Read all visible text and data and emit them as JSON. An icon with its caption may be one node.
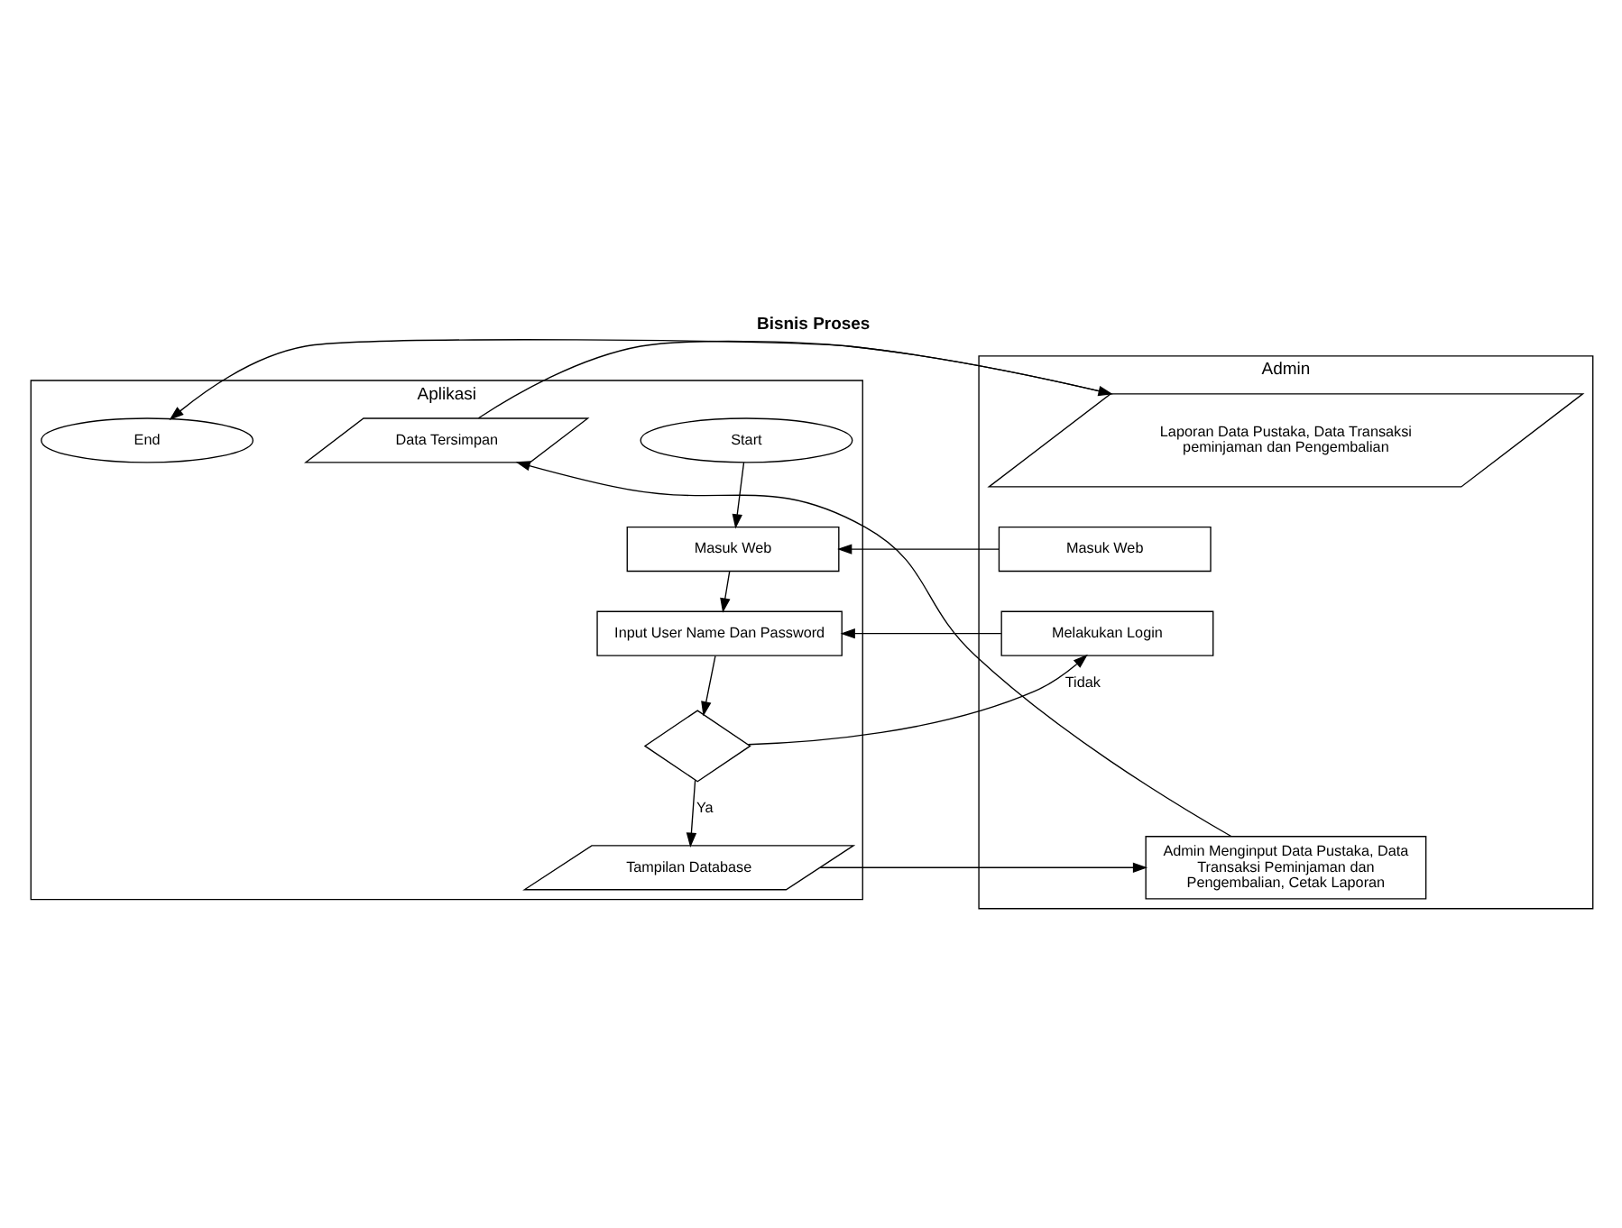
{
  "diagram": {
    "title": "Bisnis Proses",
    "nodes": [
      {
        "text": [
          "Admin"
        ]
      },
      {
        "text": [
          "Aplikasi"
        ]
      },
      {
        "text": [
          "Start"
        ],
        "in": 1
      },
      {
        "text": [
          "Masuk Web"
        ],
        "in": 0
      },
      {
        "text": [
          "Masuk Web"
        ],
        "in": 1
      },
      {
        "text": [
          "Melakukan Login"
        ],
        "in": 0
      },
      {
        "text": [
          "Input User Name Dan Password"
        ],
        "in": 1
      },
      {
        "text": [],
        "shape": "diamond",
        "in": 1
      },
      {
        "text": [
          "Admin Menginput Data Pustaka, Data Transaksi Peminjaman dan Pengembalian, Cetak Laporan"
        ],
        "in": 0
      },
      {
        "text": [
          "Tampilan Database"
        ],
        "in": 1
      },
      {
        "text": [
          "Laporan Data Pustaka, Data Transaksi peminjaman dan Pengembalian"
        ],
        "in": 0
      },
      {
        "text": [
          "Data Tersimpan"
        ],
        "in": 1
      },
      {
        "text": [
          "End"
        ],
        "in": 1
      }
    ],
    "edges": [
      {
        "from": 2,
        "to": 4,
        "arrow": "to"
      },
      {
        "from": 3,
        "to": 4,
        "arrow": "to"
      },
      {
        "from": 4,
        "to": 6,
        "arrow": "to"
      },
      {
        "from": 5,
        "to": 6,
        "arrow": "to"
      },
      {
        "from": 6,
        "to": 7,
        "arrow": "to"
      },
      {
        "from": 7,
        "to": 5,
        "arrow": "to",
        "label": "Tidak"
      },
      {
        "from": 7,
        "to": 9,
        "arrow": "to",
        "label": "Ya"
      },
      {
        "from": 9,
        "to": 8,
        "arrow": "to"
      },
      {
        "from": 8,
        "to": 11,
        "arrow": "to"
      },
      {
        "from": 11,
        "to": 10,
        "arrow": "to"
      },
      {
        "from": 10,
        "to": 12,
        "arrow": "to"
      }
    ]
  }
}
